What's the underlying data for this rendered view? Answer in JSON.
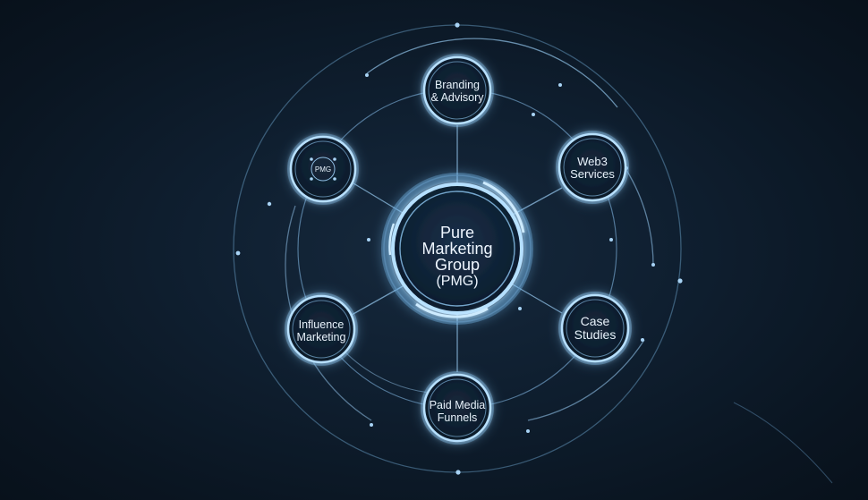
{
  "center": {
    "lines": [
      "Pure",
      "Marketing",
      "Group",
      "(PMG)"
    ]
  },
  "nodes": [
    {
      "id": "branding-advisory",
      "lines": [
        "Branding",
        "& Advisory"
      ]
    },
    {
      "id": "web3-services",
      "lines": [
        "Web3",
        "Services"
      ]
    },
    {
      "id": "case-studies",
      "lines": [
        "Case",
        "Studies"
      ]
    },
    {
      "id": "paid-media-funnels",
      "lines": [
        "Paid Media",
        "Funnels"
      ]
    },
    {
      "id": "influence-marketing",
      "lines": [
        "Influence",
        "Marketing"
      ]
    },
    {
      "id": "pmg-logo",
      "lines": [
        "PMG"
      ]
    }
  ],
  "colors": {
    "background": "#0b1724",
    "ring": "#9cc9ee",
    "glow": "#6fb6ef",
    "text": "#e8f2fb"
  }
}
